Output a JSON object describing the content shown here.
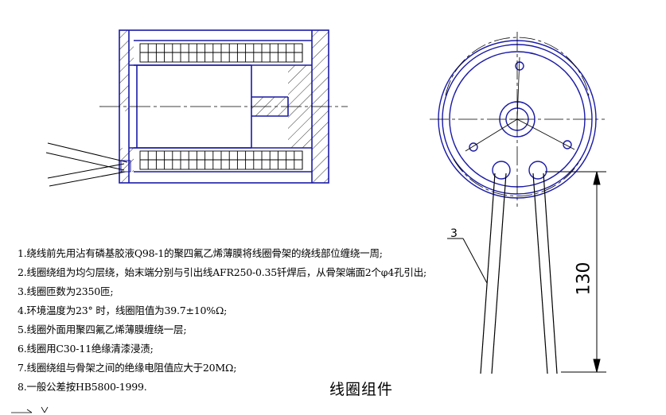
{
  "notes": [
    "1.绕线前先用沾有磷基胶液Q98-1的聚四氟乙烯薄膜将线圈骨架的绕线部位缠绕一周;",
    "2.线圈绕组为均匀层绕，始末端分别与引出线AFR250-0.35钎焊后，从骨架端面2个φ4孔引出;",
    "3.线圈匝数为2350匝;",
    "4.环境温度为23° 时，线圈阻值为39.7±10%Ω;",
    "5.线圈外面用聚四氟乙烯薄膜缠绕一层;",
    "6.线圈用C30-11绝缘清漆浸渍;",
    "7.线圈绕组与骨架之间的绝缘电阻值应大于20MΩ;",
    "8.一般公差按HB5800-1999."
  ],
  "caption": "线圈组件",
  "leader_label": "3",
  "dimension_label": "130",
  "colors": {
    "outline": "#1a1aa6",
    "line": "#000000",
    "background": "#ffffff"
  }
}
